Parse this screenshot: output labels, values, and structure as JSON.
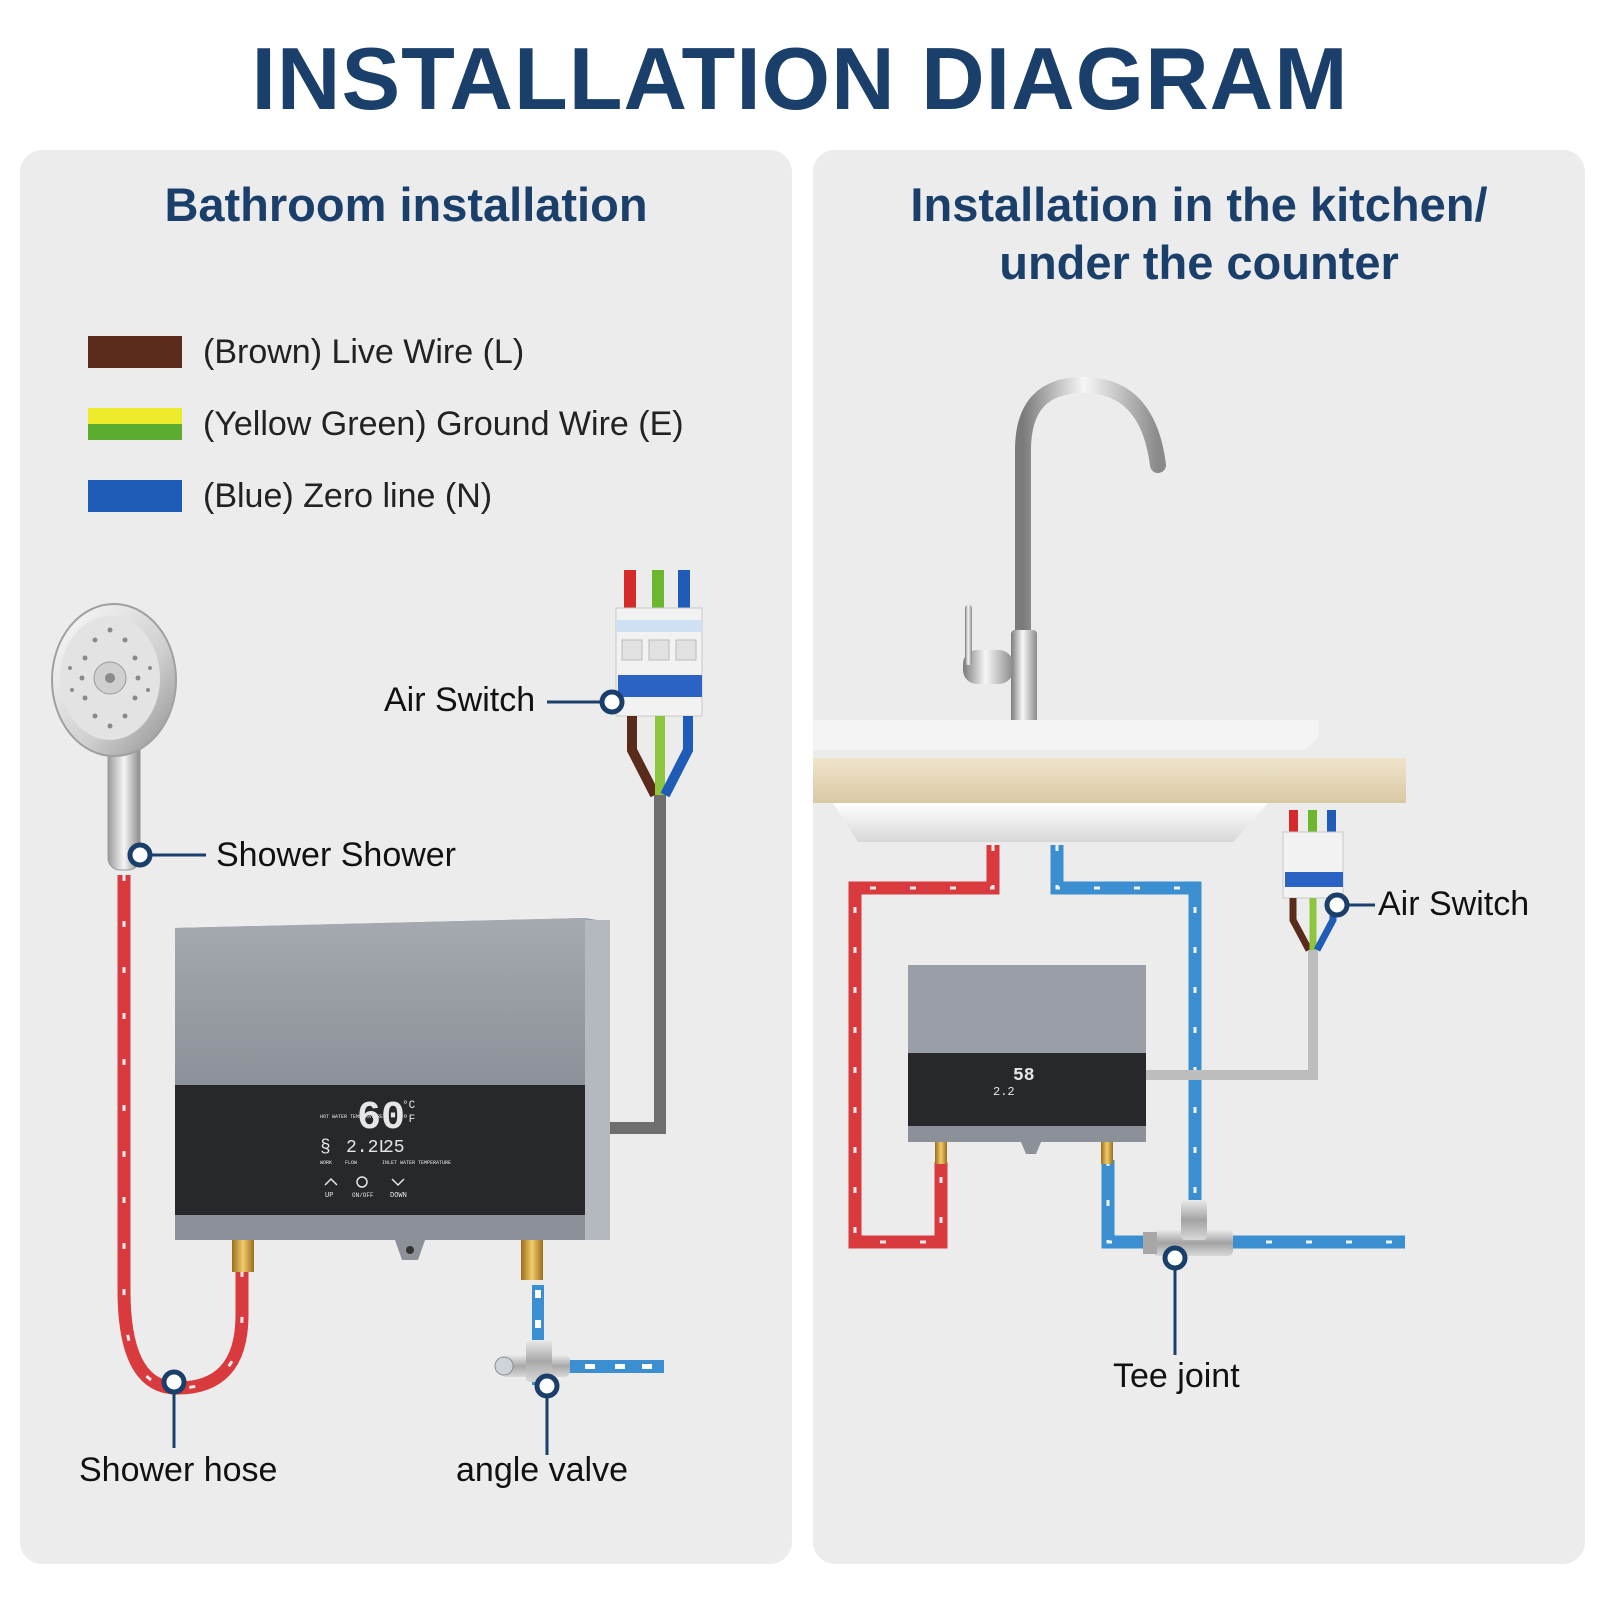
{
  "title": "INSTALLATION DIAGRAM",
  "bathroom": {
    "title": "Bathroom installation",
    "legend": [
      {
        "text": "(Brown) Live Wire (L)",
        "color": "#5a2b1a"
      },
      {
        "text": "(Yellow Green) Ground Wire (E)",
        "color": "#ecec2a",
        "color2": "#5cac2f"
      },
      {
        "text": "(Blue) Zero line (N)",
        "color": "#1f5cb8"
      }
    ],
    "labels": {
      "air_switch": "Air Switch",
      "shower": "Shower Shower",
      "shower_hose": "Shower hose",
      "angle_valve": "angle valve"
    },
    "display": {
      "temp": "60",
      "flow": "2.2L",
      "inlet": "25",
      "unit_c": "°C",
      "unit_f": "°F",
      "hot_water_label": "HOT WATER TEMPERATURE",
      "flow_label": "FLOW",
      "inlet_label": "INLET WATER TEMPERATURE",
      "work_label": "WORK",
      "up": "UP",
      "onoff": "ON/OFF",
      "down": "DOWN"
    }
  },
  "kitchen": {
    "title_line1": "Installation in the kitchen/",
    "title_line2": "under the counter",
    "labels": {
      "air_switch": "Air Switch",
      "tee_joint": "Tee joint"
    },
    "display": {
      "temp": "58",
      "flow": "2.2"
    }
  },
  "colors": {
    "title": "#1b3f6b",
    "panel_bg": "#ececec",
    "hot_pipe": "#d93a3e",
    "cold_pipe": "#3b8fd0",
    "callout": "#1b3f6b",
    "breaker_red": "#d42a2a",
    "breaker_green": "#6bb82e",
    "breaker_blue": "#1f5cb8"
  }
}
